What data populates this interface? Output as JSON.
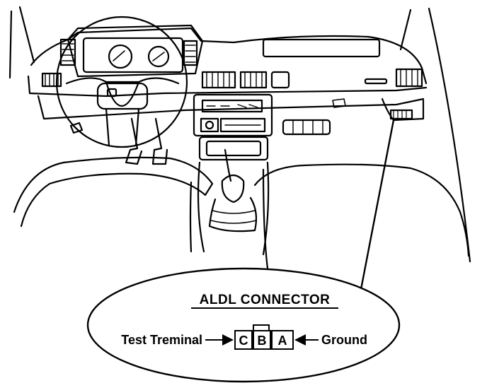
{
  "callout": {
    "heading": "ALDL CONNECTOR",
    "left_label": "Test Treminal",
    "right_label": "Ground",
    "pins": [
      "C",
      "B",
      "A"
    ]
  },
  "colors": {
    "ink": "#000000",
    "paper": "#ffffff"
  }
}
